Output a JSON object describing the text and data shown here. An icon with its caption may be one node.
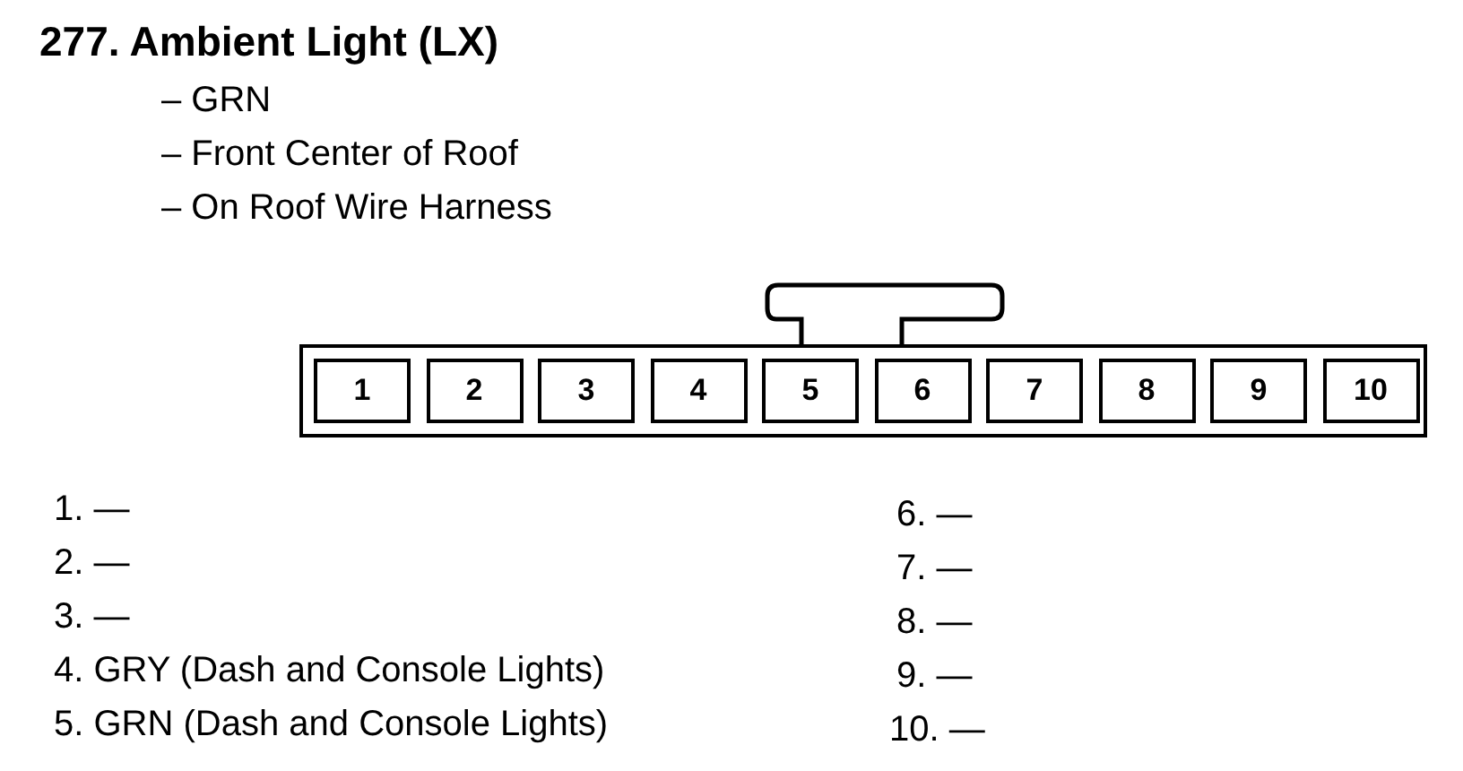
{
  "diagram": {
    "title": "277. Ambient Light (LX)",
    "nodes": [
      {
        "text": [],
        "shape": "box"
      },
      {
        "text": [
          "1"
        ],
        "in": 0
      },
      {
        "text": [
          "2"
        ],
        "in": 0
      },
      {
        "text": [
          "3"
        ],
        "in": 0
      },
      {
        "text": [
          "4"
        ],
        "in": 0
      },
      {
        "text": [
          "5"
        ],
        "in": 0
      },
      {
        "text": [
          "6"
        ],
        "in": 0
      },
      {
        "text": [
          "7"
        ],
        "in": 0
      },
      {
        "text": [
          "8"
        ],
        "in": 0
      },
      {
        "text": [
          "9"
        ],
        "in": 0
      },
      {
        "text": [
          "10"
        ],
        "in": 0
      }
    ],
    "labels": [
      "– GRN",
      "– Front Center of Roof",
      "– On Roof Wire Harness",
      "1. —",
      "2. —",
      "3. —",
      "4. GRY (Dash and Console Lights)",
      "5. GRN (Dash and Console Lights)",
      "6. —",
      "7. —",
      "8. —",
      "9. —",
      "10. —"
    ]
  }
}
